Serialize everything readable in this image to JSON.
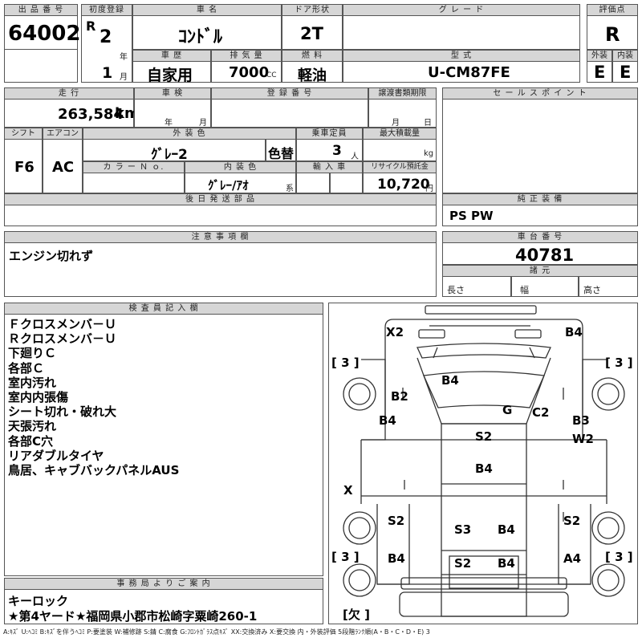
{
  "header": {
    "lot_label": "出 品 番 号",
    "lot_number": "64002",
    "first_reg_label": "初度登録",
    "era": "R",
    "year": "2",
    "year_unit": "年",
    "month": "1",
    "month_unit": "月",
    "car_name_label": "車 名",
    "car_name": "ｺﾝﾄﾞﾙ",
    "door_label": "ドア形状",
    "door": "2T",
    "grade_label": "グ レ ー ド",
    "grade": "",
    "score_label": "評価点",
    "score": "R",
    "history_label": "車 歴",
    "history": "自家用",
    "displacement_label": "排 気 量",
    "displacement": "7000",
    "displacement_unit": "CC",
    "fuel_label": "燃 料",
    "fuel": "軽油",
    "model_label": "型 式",
    "model": "U-CM87FE",
    "exterior_label": "外装",
    "exterior": "E",
    "interior_label": "内装",
    "interior": "E"
  },
  "details": {
    "mileage_label": "走 行",
    "mileage": "263,584",
    "mileage_unit": "km",
    "inspection_label": "車 検",
    "inspection_year_unit": "年",
    "inspection_month_unit": "月",
    "registration_label": "登 録 番 号",
    "transfer_label": "譲渡書類期限",
    "transfer_month_unit": "月",
    "transfer_day_unit": "日",
    "shift_label": "シフト",
    "shift": "F6",
    "ac_label": "エアコン",
    "ac": "AC",
    "exterior_color_label": "外 装 色",
    "exterior_color": "ｸﾞﾚｰ2",
    "color_change": "色替",
    "capacity_label": "乗車定員",
    "capacity": "3",
    "capacity_unit": "人",
    "max_load_label": "最大積載量",
    "max_load_unit": "kg",
    "color_no_label": "カ ラ ー Ｎ ｏ.",
    "interior_color_label": "内 装 色",
    "interior_color": "ｸﾞﾚｰ/ｱｵ",
    "interior_color_suffix": "系",
    "import_label": "輸 入 車",
    "recycle_label": "リサイクル預託金",
    "recycle": "10,720",
    "recycle_unit": "円",
    "later_parts_label": "後 日 発 送 部 品",
    "sales_points_label": "セ ー ル ス ポ イ ン ト",
    "equipment_label": "純 正 装 備",
    "equipment": "PS PW"
  },
  "notes": {
    "caution_label": "注 意 事 項 欄",
    "caution": "エンジン切れず",
    "chassis_label": "車 台 番 号",
    "chassis": "40781",
    "spec_label": "諸 元",
    "length_label": "長さ",
    "width_label": "幅",
    "height_label": "高さ"
  },
  "inspector": {
    "label": "検 査 員 記 入 欄",
    "items": [
      "Ｆクロスメンバ－Ｕ",
      "Ｒクロスメンバ－Ｕ",
      "下廻りＣ",
      "各部Ｃ",
      "室内汚れ",
      "室内内張傷",
      "シート切れ・破れ大",
      "天張汚れ",
      "各部C穴",
      "リアダブルタイヤ",
      "鳥居、キャブバックパネルAUS"
    ]
  },
  "office": {
    "label": "事 務 局 よ り ご 案 内",
    "line1": "キーロック",
    "line2": "★第4ヤード★福岡県小郡市松崎字粟崎260-1"
  },
  "diagram": {
    "tread_left_front": "[ 3 ]",
    "tread_right_front": "[ 3 ]",
    "tread_left_rear": "[ 3 ]",
    "tread_right_rear": "[ 3 ]",
    "spare": "[欠 ]",
    "marks": {
      "front_left": "X2",
      "front_right": "B4",
      "cab_roof": "B4",
      "left_door_upper": "B2",
      "left_door_lower": "B4",
      "cab_center": "G",
      "right_door_upper": "C2",
      "right_door_b3": "B3",
      "right_door_w2": "W2",
      "bed_front": "S2",
      "bed_mid": "B4",
      "left_side": "X",
      "left_rear_upper": "S2",
      "left_rear_lower": "B4",
      "bed_rear_left": "S3",
      "bed_rear_right": "B4",
      "rear_left": "S2",
      "rear_right": "B4",
      "right_rear_upper": "S2",
      "right_rear_lower": "A4"
    }
  },
  "legend": "A:ｷｽﾞ U:ﾍｺﾐ B:ｷｽﾞを伴うﾍｺﾐ P:要塗装 W:補修跡 S:錆 C:腐食 G:ﾌﾛﾝﾄｶﾞﾗｽ点ｷｽﾞ XX:交換済み X:要交換 内・外装評価 5段階ﾗﾝｸ順(A・B・C・D・E) 3"
}
